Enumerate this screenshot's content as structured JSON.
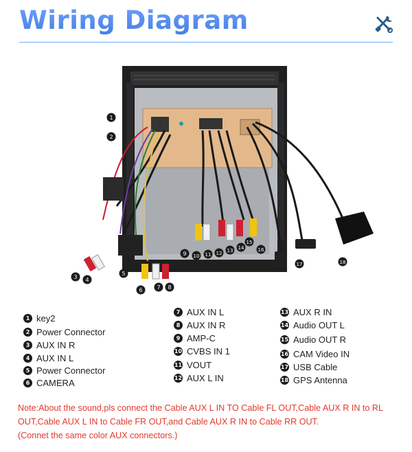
{
  "header": {
    "title": "Wiring Diagram",
    "icon": "tools-icon"
  },
  "callouts": [
    "1",
    "2",
    "3",
    "4",
    "5",
    "6",
    "7",
    "8",
    "9",
    "10",
    "11",
    "12",
    "13",
    "14",
    "15",
    "16",
    "17",
    "18"
  ],
  "legend": [
    {
      "num": "1",
      "label": "key2"
    },
    {
      "num": "2",
      "label": "Power Connector"
    },
    {
      "num": "3",
      "label": "AUX IN R"
    },
    {
      "num": "4",
      "label": "AUX IN L"
    },
    {
      "num": "5",
      "label": "Power Connector"
    },
    {
      "num": "6",
      "label": "CAMERA"
    },
    {
      "num": "7",
      "label": "AUX IN L"
    },
    {
      "num": "8",
      "label": "AUX IN R"
    },
    {
      "num": "9",
      "label": "AMP-C"
    },
    {
      "num": "10",
      "label": "CVBS IN 1"
    },
    {
      "num": "11",
      "label": "VOUT"
    },
    {
      "num": "12",
      "label": "AUX L IN"
    },
    {
      "num": "13",
      "label": "AUX R IN"
    },
    {
      "num": "14",
      "label": "Audio OUT L"
    },
    {
      "num": "15",
      "label": "Audio OUT R"
    },
    {
      "num": "16",
      "label": "CAM Video IN"
    },
    {
      "num": "17",
      "label": "USB Cable"
    },
    {
      "num": "18",
      "label": "GPS Antenna"
    }
  ],
  "note": {
    "line1": "Note:About the sound,pls connect the Cable AUX L IN TO Cable FL OUT,Cable AUX R IN to RL",
    "line2": "OUT,Cable AUX L IN to Cable FR OUT,and Cable AUX R IN to Cable RR OUT.",
    "line3": "(Connet the same color AUX connectors.)"
  },
  "colors": {
    "title": "#5b8fe8",
    "note": "#e23a2e",
    "badge": "#1c1c1c"
  }
}
